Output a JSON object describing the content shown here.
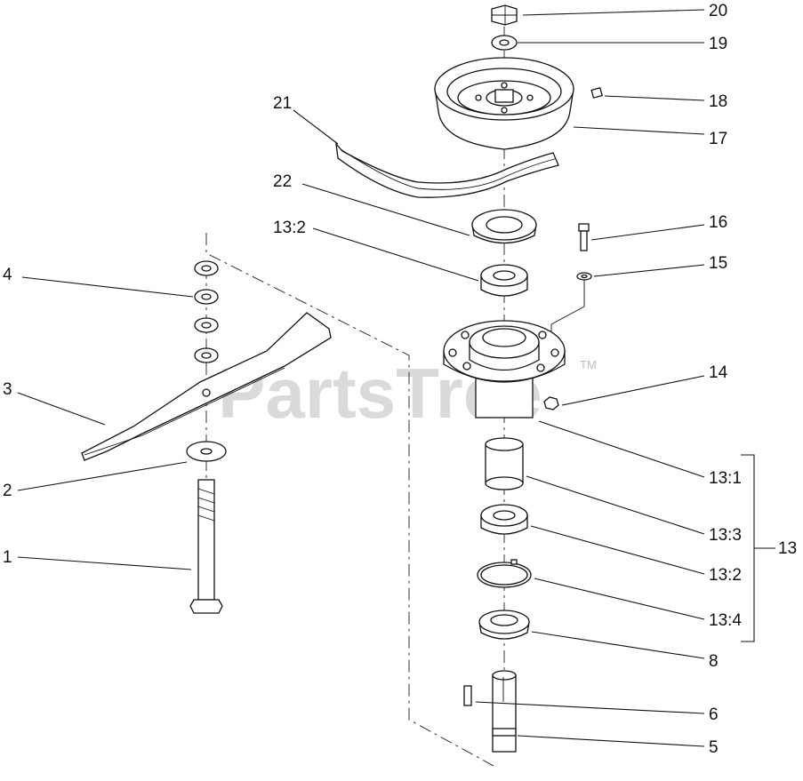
{
  "watermark": {
    "text": "PartsTree",
    "trademark": "TM"
  },
  "callouts": {
    "c20": "20",
    "c19": "19",
    "c18": "18",
    "c17": "17",
    "c16": "16",
    "c15": "15",
    "c14": "14",
    "c21": "21",
    "c22": "22",
    "c13_2_top": "13:2",
    "c4": "4",
    "c3": "3",
    "c2": "2",
    "c1": "1",
    "c13_1": "13:1",
    "c13_3": "13:3",
    "c13_2": "13:2",
    "c13_4": "13:4",
    "c13": "13",
    "c8": "8",
    "c6": "6",
    "c5": "5"
  },
  "colors": {
    "line": "#111111",
    "watermark": "#bdbdbd",
    "background": "#ffffff"
  }
}
